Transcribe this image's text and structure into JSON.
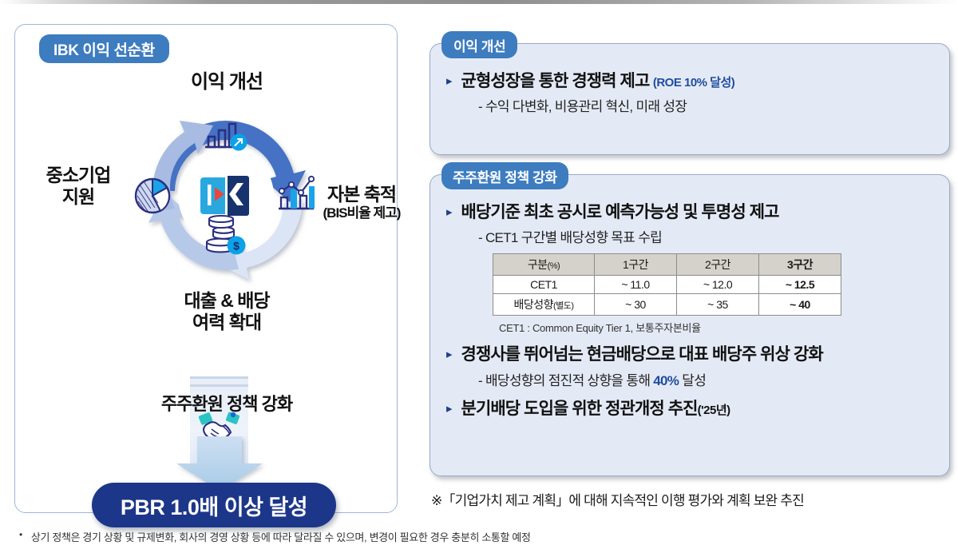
{
  "left_panel": {
    "tab_label": "IBK 이익 선순환",
    "cycle": {
      "top_label": "이익 개선",
      "left_label": "중소기업\n지원",
      "right_label": "자본 축적",
      "right_sub": "(BIS비율 제고)",
      "bottom_label": "대출 & 배당\n여력 확대",
      "center_logo": "IBK",
      "icons": {
        "top": "bar-chart-growth-icon",
        "left": "pie-chart-icon",
        "right": "bar-line-chart-icon",
        "bottom": "coins-dollar-icon",
        "policy": "handshake-icon"
      }
    },
    "policy_label": "주주환원 정책 강화",
    "goal_label": "PBR 1.0배 이상 달성"
  },
  "profit_panel": {
    "tab_label": "이익 개선",
    "bullets": [
      {
        "marker": "▸",
        "text": "균형성장을 통한 경쟁력 제고",
        "note": "(ROE 10% 달성)",
        "sub": "- 수익 다변화, 비용관리 혁신, 미래 성장"
      }
    ]
  },
  "return_panel": {
    "tab_label": "주주환원 정책 강화",
    "bullet1": {
      "marker": "▸",
      "text": "배당기준 최초 공시로 예측가능성 및 투명성 제고",
      "sub": "- CET1 구간별 배당성향 목표 수립"
    },
    "table": {
      "headers": [
        "구분",
        "(%)",
        "1구간",
        "2구간",
        "3구간"
      ],
      "header_label": "구분",
      "header_label_sup": "(%)",
      "col_headers": [
        "1구간",
        "2구간",
        "3구간"
      ],
      "rows": [
        {
          "label": "CET1",
          "label_sup": "",
          "values": [
            "~ 11.0",
            "~ 12.0",
            "~ 12.5"
          ]
        },
        {
          "label": "배당성향",
          "label_sup": "(별도)",
          "values": [
            "~ 30",
            "~ 35",
            "~ 40"
          ]
        }
      ],
      "footnote": "CET1 : Common Equity Tier 1, 보통주자본비율"
    },
    "bullet2": {
      "marker": "▸",
      "text": "경쟁사를 뛰어넘는 현금배당으로 대표 배당주 위상 강화",
      "sub_pre": "- 배당성향의 점진적 상향을 통해 ",
      "sub_hl": "40%",
      "sub_post": " 달성"
    },
    "bullet3": {
      "marker": "▸",
      "text": "분기배당 도입을 위한 정관개정 추진",
      "note": "('25년)"
    }
  },
  "star_note": "※「기업가치 제고 계획」에 대해 지속적인 이행 평가와 계획 보완 추진",
  "footer": {
    "bullet": "•",
    "text": "상기 정책은 경기 상황 및 규제변화, 회사의 경영 상황 등에 따라 달라질 수 있으며, 변경이 필요한 경우 충분히 소통할 예정"
  },
  "colors": {
    "tab_blue": "#3d7cbf",
    "panel_fill": "#e4eaf5",
    "panel_border": "#9aa9c6",
    "pbr_navy": "#1c3689",
    "arc_top": "#4472c4",
    "arc_left": "#a8bbe2",
    "arc_right": "#dbe5f5",
    "arc_bottom": "#b6c9e8",
    "accent_blue": "#1f4da0"
  }
}
